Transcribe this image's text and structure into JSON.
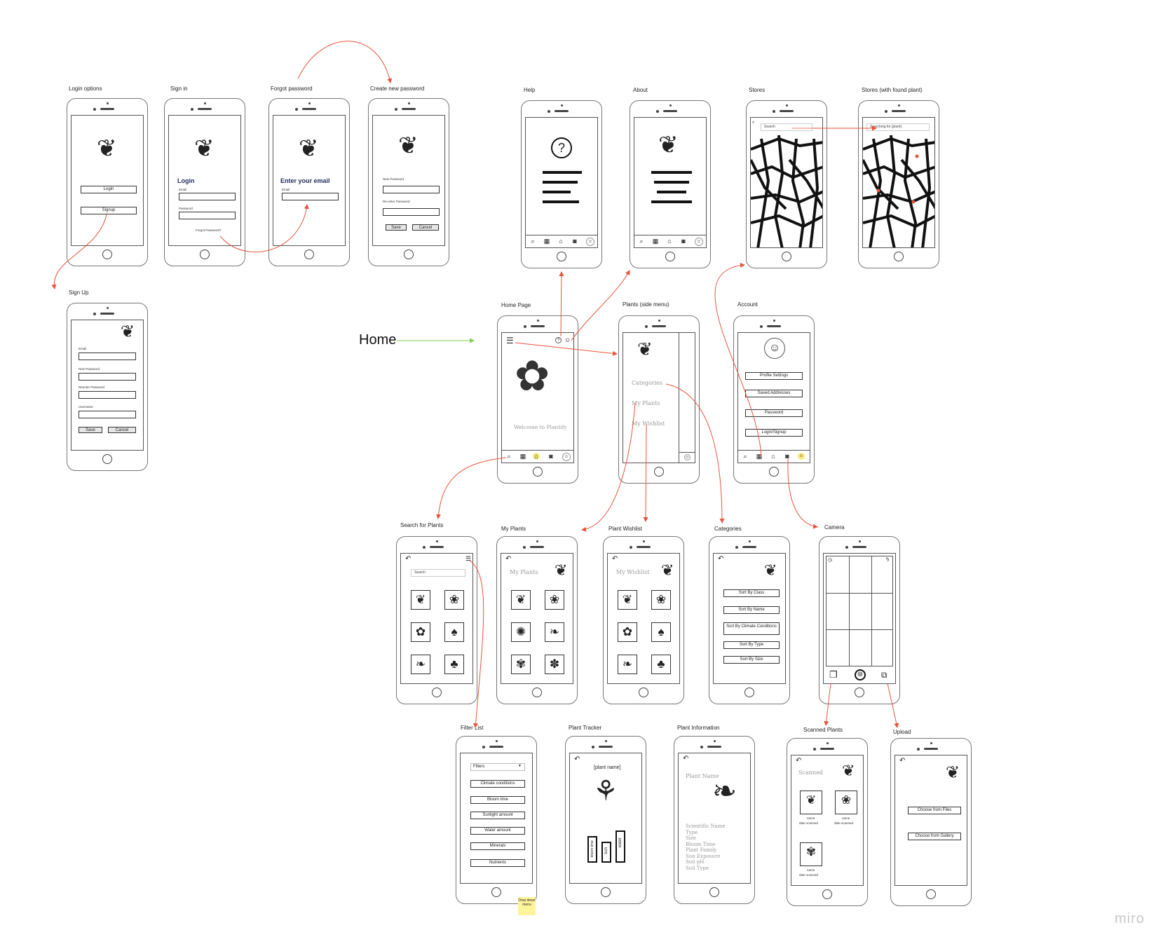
{
  "board": {
    "home_label": "Home",
    "watermark": "miro",
    "sticky_note": "Drop down menu"
  },
  "titles": {
    "login_options": "Login options",
    "sign_in": "Sign in",
    "forgot_password": "Forgot password",
    "create_new_password": "Create new password",
    "sign_up": "Sign Up",
    "help": "Help",
    "about": "About",
    "stores": "Stores",
    "stores_found": "Stores (with found plant)",
    "home_page": "Home Page",
    "plants_side_menu": "Plants (side menu)",
    "account": "Account",
    "search_for_plants": "Search for Plants",
    "my_plants": "My Plants",
    "plant_wishlist": "Plant Wishlist",
    "categories": "Categories",
    "camera": "Camera",
    "filter_list": "Filter List",
    "plant_tracker": "Plant Tracker",
    "plant_information": "Plant Information",
    "scanned_plants": "Scanned Plants",
    "upload": "Upload"
  },
  "login_options": {
    "login": "Login",
    "signup": "Signup"
  },
  "sign_in": {
    "heading": "Login",
    "email": "Email",
    "password": "Password",
    "forgot": "Forgot Password?"
  },
  "forgot": {
    "heading": "Enter your email",
    "email": "Email"
  },
  "create_pw": {
    "new": "New Password",
    "reenter": "Re-enter Password",
    "save": "Save",
    "cancel": "Cancel"
  },
  "sign_up": {
    "email": "Email",
    "new_pw": "New Password",
    "reenter": "Reenter Password",
    "username": "Username",
    "save": "Save",
    "cancel": "Cancel"
  },
  "help": {
    "icon": "?"
  },
  "stores": {
    "search": "Search",
    "searching": "Searching for [plant]"
  },
  "home": {
    "welcome": "Welcome to Plantify"
  },
  "side_menu": {
    "items": [
      "Categories",
      "My Plants",
      "My Wishlist"
    ]
  },
  "account": {
    "items": [
      "Profile Settings",
      "Saved Addresses",
      "Password",
      "Login/Signup"
    ]
  },
  "search_plants": {
    "placeholder": "Search"
  },
  "my_plants": {
    "heading": "My Plants"
  },
  "wishlist": {
    "heading": "My Wishlist"
  },
  "categories": {
    "items": [
      "Sort By Class",
      "Sort By Name",
      "Sort By Climate Conditions",
      "Sort By Type",
      "Sort By Size"
    ]
  },
  "filter": {
    "dropdown": "Filters",
    "items": [
      "Climate conditions",
      "Bloom time",
      "Sunlight amount",
      "Water amount",
      "Minerals",
      "Nutrients"
    ]
  },
  "tracker": {
    "name": "[plant name]",
    "bars": [
      "bloom time",
      "sun",
      "water"
    ]
  },
  "info": {
    "name": "Plant Name",
    "fields": [
      "Scientific Name",
      "Type",
      "Size",
      "Bloom Time",
      "Plant Family",
      "Sun Exposure",
      "Soil pH",
      "Soil Type"
    ]
  },
  "scanned": {
    "heading": "Scanned",
    "item_name": "name",
    "item_date": "date scanned"
  },
  "upload": {
    "files": "Choose from Files",
    "gallery": "Choose from Gallery"
  },
  "colors": {
    "arrow": "#e8533b",
    "green_arrow": "#7fcf4b",
    "highlight": "#f7ec7a",
    "heading": "#1f2a5a"
  }
}
